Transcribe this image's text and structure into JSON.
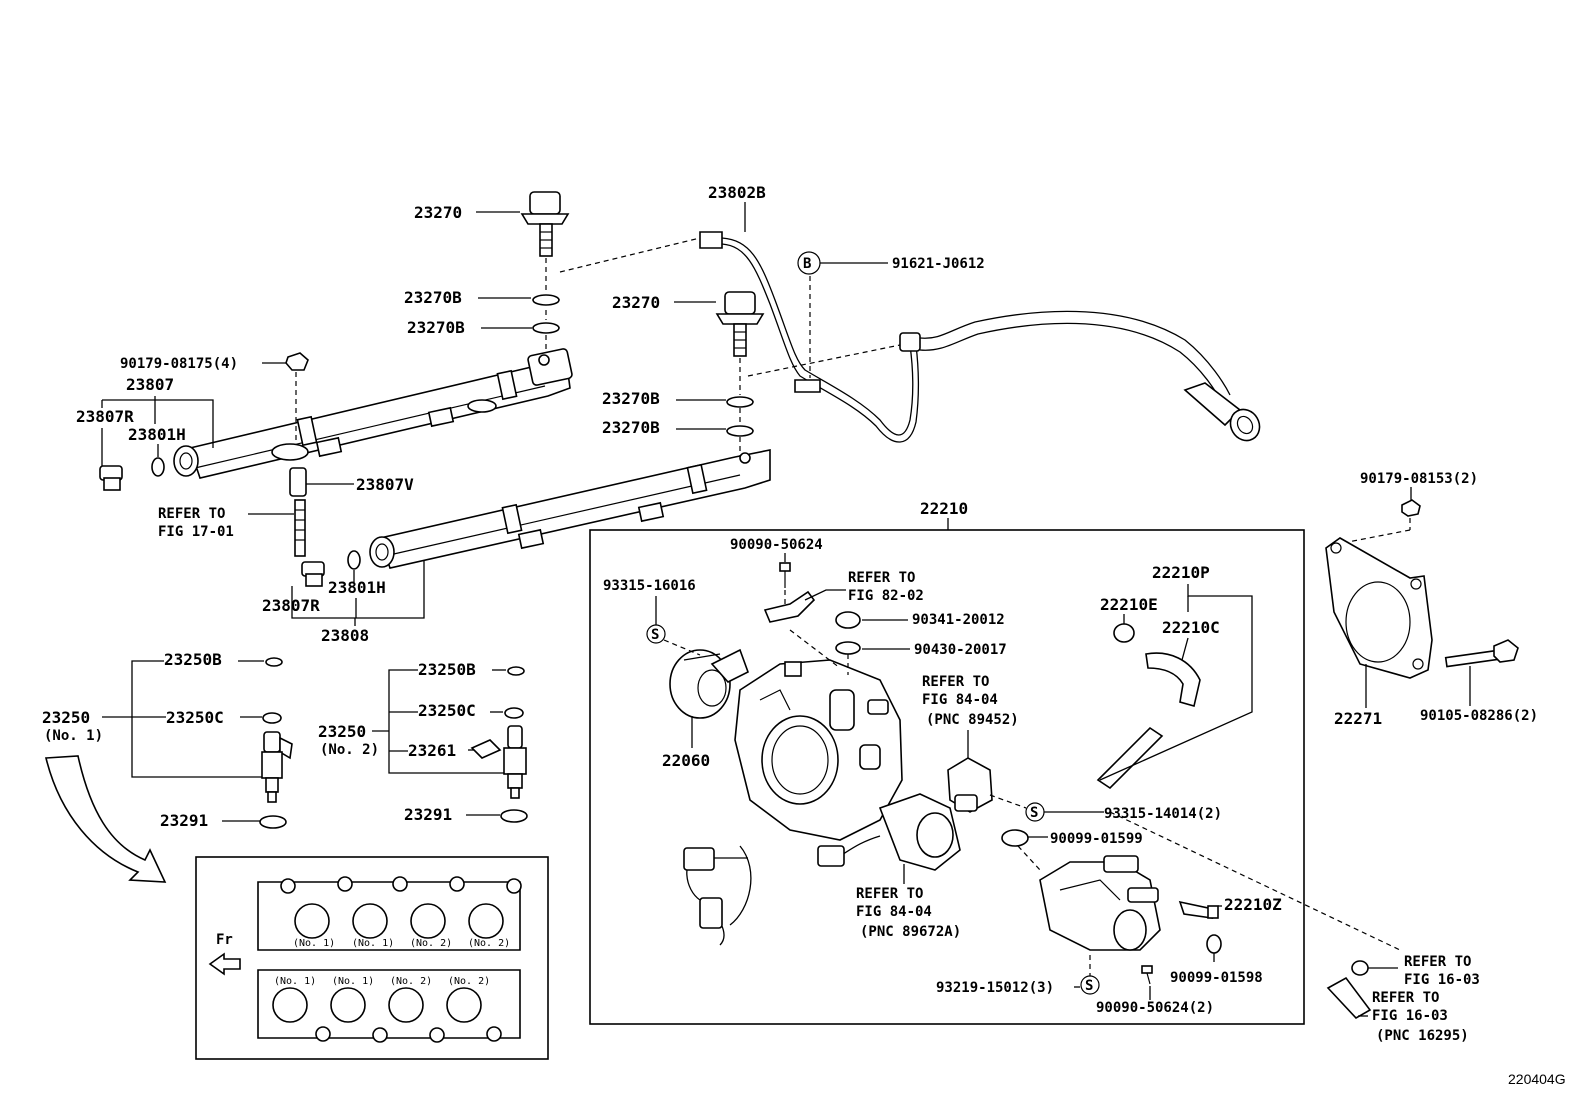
{
  "diagram_code": "220404G",
  "labels": {
    "l23270a": "23270",
    "l23802b": "23802B",
    "l91621": "91621-J0612",
    "lB": "B",
    "l23270b_1": "23270B",
    "l23270b_2": "23270B",
    "l23270c": "23270",
    "l23270b_3": "23270B",
    "l23270b_4": "23270B",
    "l90179_4": "90179-08175(4)",
    "l23807": "23807",
    "l23807r_1": "23807R",
    "l23801h_1": "23801H",
    "l23807v": "23807V",
    "lrefer17_a": "REFER TO",
    "lrefer17_b": "FIG 17-01",
    "l23807r_2": "23807R",
    "l23801h_2": "23801H",
    "l23808": "23808",
    "l22210": "22210",
    "l90179_2": "90179-08153(2)",
    "l90090_a": "90090-50624",
    "l93315_a": "93315-16016",
    "lS1": "S",
    "lrefer82_a": "REFER TO",
    "lrefer82_b": "FIG 82-02",
    "l90341": "90341-20012",
    "l90430": "90430-20017",
    "l22210p": "22210P",
    "l22210e": "22210E",
    "l22210c": "22210C",
    "l22271": "22271",
    "l90105": "90105-08286(2)",
    "lrefer84a_a": "REFER TO",
    "lrefer84a_b": "FIG 84-04",
    "lrefer84a_c": "(PNC 89452)",
    "l22060": "22060",
    "lS2": "S",
    "l93315_b": "93315-14014(2)",
    "l90099_a": "90099-01599",
    "lrefer84b_a": "REFER TO",
    "lrefer84b_b": "FIG 84-04",
    "lrefer84b_c": "(PNC 89672A)",
    "l22210z": "22210Z",
    "l90099_b": "90099-01598",
    "l93219": "93219-15012(3)",
    "lS3": "S",
    "l90090_b": "90090-50624(2)",
    "lrefer16a_a": "REFER TO",
    "lrefer16a_b": "FIG 16-03",
    "lrefer16b_a": "REFER TO",
    "lrefer16b_b": "FIG 16-03",
    "lrefer16b_c": "(PNC 16295)",
    "l23250b_1": "23250B",
    "l23250_1": "23250",
    "l23250_1_sub": "(No. 1)",
    "l23250c_1": "23250C",
    "l23291_1": "23291",
    "l23250b_2": "23250B",
    "l23250_2": "23250",
    "l23250_2_sub": "(No. 2)",
    "l23250c_2": "23250C",
    "l23261": "23261",
    "l23291_2": "23291",
    "lFr": "Fr",
    "inset_top": [
      "(No. 1)",
      "(No. 1)",
      "(No. 2)",
      "(No. 2)"
    ],
    "inset_bottom": [
      "(No. 1)",
      "(No. 1)",
      "(No. 2)",
      "(No. 2)"
    ]
  }
}
